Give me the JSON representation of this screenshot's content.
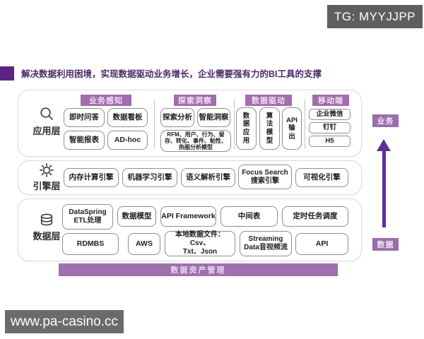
{
  "tg_badge": {
    "text": "TG: MYYJJPP"
  },
  "watermark": {
    "text": "www.pa-casino.cc"
  },
  "title": {
    "text": "解决数据利用困境，实现数据驱动业务增长，企业需要强有力的BI工具的支撑"
  },
  "colors": {
    "accent_purple": "#5c2482",
    "section_header_purple": "#a26cad",
    "asset_bar_purple": "#9e70ae",
    "arrow_purple": "#5e2f9d",
    "badge_gray": "#5d5e60"
  },
  "app_layer": {
    "label": "应用层",
    "icon": "magnifier-icon",
    "sections": [
      {
        "header": "业务感知",
        "boxes": [
          "即时问答",
          "数据看板",
          "智能报表",
          "AD-hoc"
        ]
      },
      {
        "header": "探索洞察",
        "boxes": [
          "探索分析",
          "智能洞察"
        ],
        "note": "RFM、用户、行为、留\n存、转化、事件、粘性、\n热图分析模型"
      },
      {
        "header": "数据驱动",
        "boxes": [
          "数\n据\n应\n用",
          "算\n法\n模\n型",
          "API\n输\n出"
        ]
      },
      {
        "header": "移动端",
        "boxes": [
          "企业微信",
          "钉钉",
          "H5"
        ]
      }
    ]
  },
  "engine_layer": {
    "label": "引擎层",
    "icon": "gear-icon",
    "boxes": [
      "内存计算引擎",
      "机器学习引擎",
      "语义解析引擎",
      "Focus Search\n搜索引擎",
      "可视化引擎"
    ]
  },
  "data_layer": {
    "label": "数据层",
    "icon": "database-icon",
    "row1": [
      "DataSpring\nETL处理",
      "数据模型",
      "API Framework",
      "中间表",
      "定时任务调度"
    ],
    "row2": [
      "RDMBS",
      "AWS",
      "本地数据文件：Csv、\nTxt、Json",
      "Streaming\nData音视频流",
      "API"
    ]
  },
  "asset_bar": {
    "text": "数据资产管理"
  },
  "flow": {
    "top_label": "业务",
    "bottom_label": "数据"
  }
}
